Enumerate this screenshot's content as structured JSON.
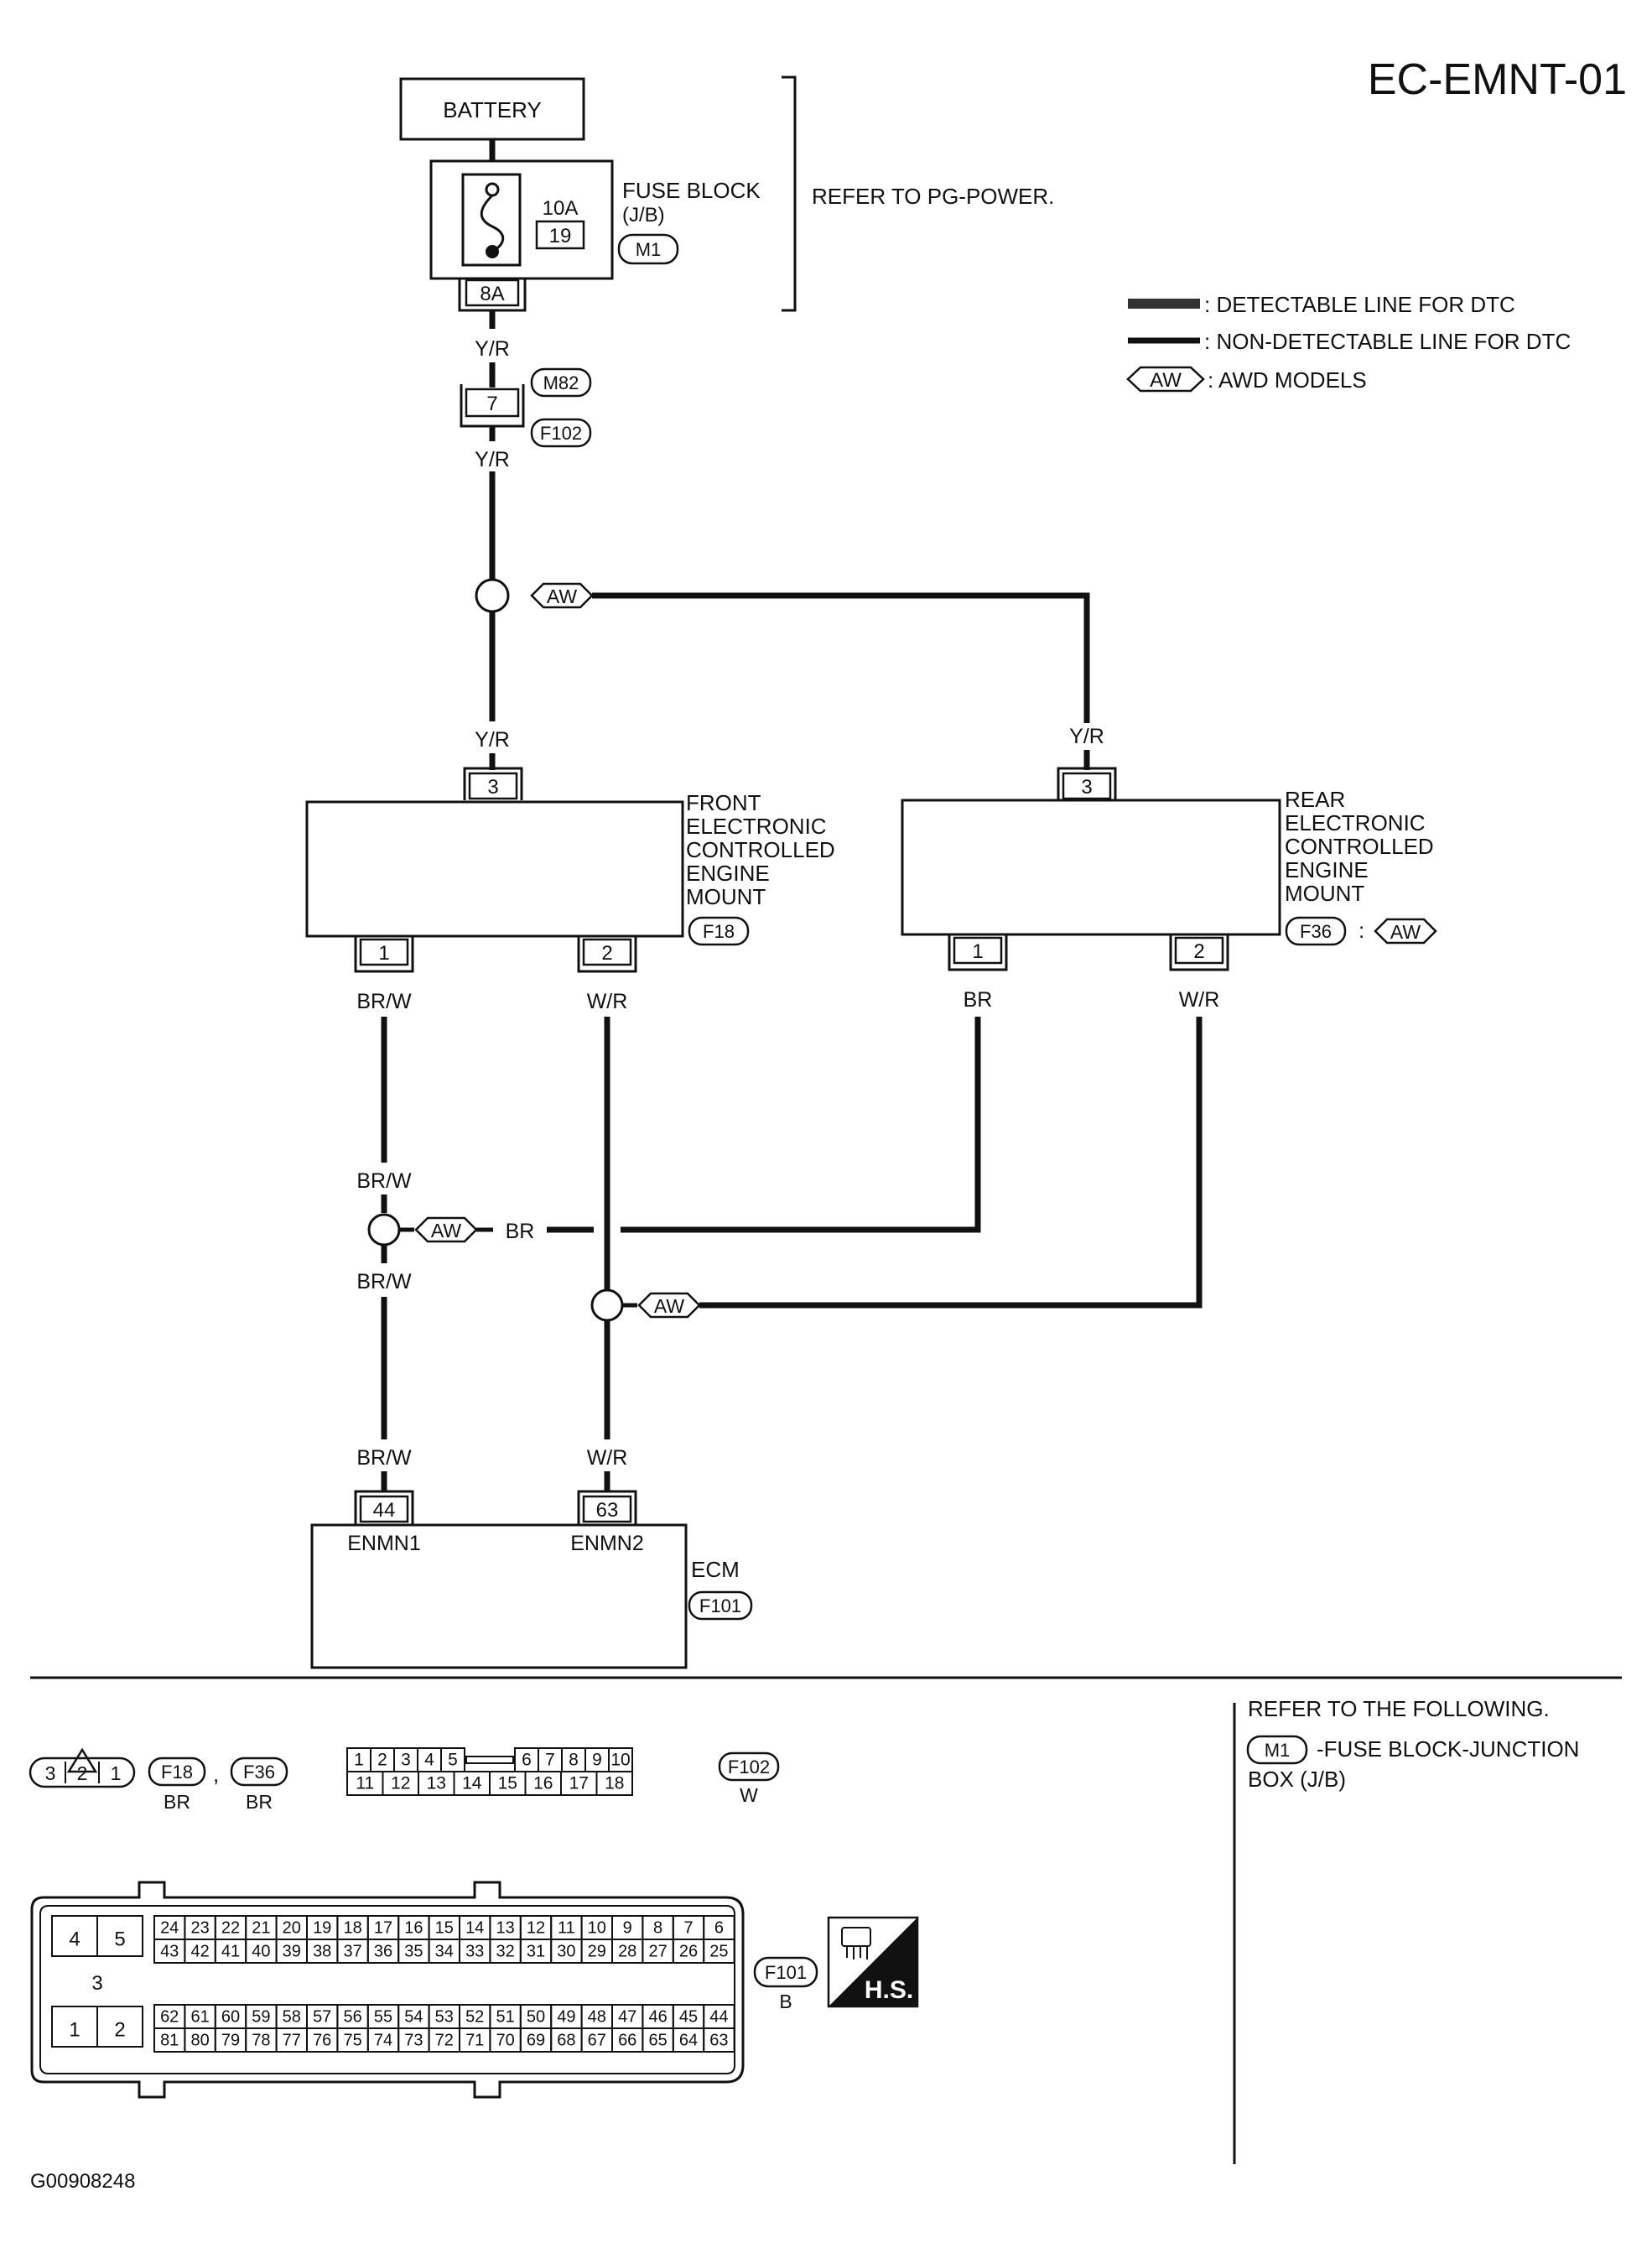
{
  "title": "EC-EMNT-01",
  "footer_code": "G00908248",
  "refer_note": "REFER TO PG-POWER.",
  "refer_following": {
    "heading": "REFER TO THE FOLLOWING.",
    "connector": "M1",
    "text": "-FUSE BLOCK-JUNCTION",
    "text2": "BOX (J/B)"
  },
  "legend": {
    "detectable": ": DETECTABLE LINE FOR DTC",
    "non_detectable": ": NON-DETECTABLE LINE FOR DTC",
    "awd_tag": "AW",
    "awd": ": AWD MODELS"
  },
  "battery": {
    "label": "BATTERY"
  },
  "fuse_block": {
    "rating": "10A",
    "number": "19",
    "label_line1": "FUSE BLOCK",
    "label_line2": "(J/B)",
    "connector": "M1",
    "terminal": "8A"
  },
  "connectors": {
    "m82": "M82",
    "m82_pin": "7",
    "f102": "F102",
    "f18": "F18",
    "f36": "F36",
    "f101": "F101",
    "colon": ":"
  },
  "wires": {
    "yr": "Y/R",
    "brw": "BR/W",
    "wr": "W/R",
    "br": "BR"
  },
  "front_mount": {
    "label": [
      "FRONT",
      "ELECTRONIC",
      "CONTROLLED",
      "ENGINE",
      "MOUNT"
    ],
    "pin_top": "3",
    "pin1": "1",
    "pin2": "2"
  },
  "rear_mount": {
    "label": [
      "REAR",
      "ELECTRONIC",
      "CONTROLLED",
      "ENGINE",
      "MOUNT"
    ],
    "pin_top": "3",
    "pin1": "1",
    "pin2": "2"
  },
  "ecm": {
    "label": "ECM",
    "pin44": "44",
    "pin63": "63",
    "enmn1": "ENMN1",
    "enmn2": "ENMN2"
  },
  "connector_views": {
    "three_pin": [
      "3",
      "2",
      "1"
    ],
    "f18_color": "BR",
    "f36_color": "BR",
    "comma": ",",
    "f102_row1": [
      "1",
      "2",
      "3",
      "4",
      "5",
      "6",
      "7",
      "8",
      "9",
      "10"
    ],
    "f102_row2": [
      "11",
      "12",
      "13",
      "14",
      "15",
      "16",
      "17",
      "18"
    ],
    "f102_color": "W",
    "f101_color": "B",
    "f101_big": [
      "4",
      "5",
      "3",
      "1",
      "2"
    ],
    "f101_row1": [
      "24",
      "23",
      "22",
      "21",
      "20",
      "19",
      "18",
      "17",
      "16",
      "15",
      "14",
      "13",
      "12",
      "11",
      "10",
      "9",
      "8",
      "7",
      "6"
    ],
    "f101_row2": [
      "43",
      "42",
      "41",
      "40",
      "39",
      "38",
      "37",
      "36",
      "35",
      "34",
      "33",
      "32",
      "31",
      "30",
      "29",
      "28",
      "27",
      "26",
      "25"
    ],
    "f101_row3": [
      "62",
      "61",
      "60",
      "59",
      "58",
      "57",
      "56",
      "55",
      "54",
      "53",
      "52",
      "51",
      "50",
      "49",
      "48",
      "47",
      "46",
      "45",
      "44"
    ],
    "f101_row4": [
      "81",
      "80",
      "79",
      "78",
      "77",
      "76",
      "75",
      "74",
      "73",
      "72",
      "71",
      "70",
      "69",
      "68",
      "67",
      "66",
      "65",
      "64",
      "63"
    ],
    "hs_badge": "H.S."
  }
}
